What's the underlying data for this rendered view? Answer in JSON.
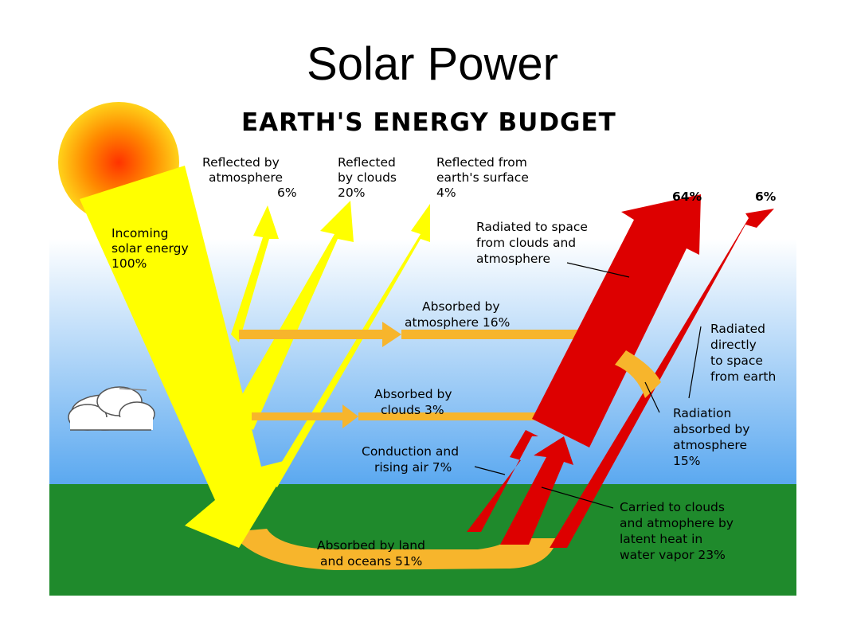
{
  "slide": {
    "title": "Solar Power"
  },
  "diagram": {
    "heading": "EARTH'S ENERGY BUDGET",
    "colors": {
      "sky_top": "#ffffff",
      "sky_bottom": "#5aa8f0",
      "ground": "#1f8a2c",
      "solar": "#ffff00",
      "absorbed": "#f7b52c",
      "radiated": "#dd0000",
      "sun_core": "#ff3300",
      "sun_edge": "#ffd21a"
    },
    "labels": {
      "incoming": [
        "Incoming",
        "solar energy",
        "100%"
      ],
      "reflected_atm": [
        "Reflected by",
        "atmosphere",
        "6%"
      ],
      "reflected_clouds": [
        "Reflected",
        "by clouds",
        "20%"
      ],
      "reflected_surface": [
        "Reflected from",
        "earth's surface",
        "4%"
      ],
      "pct_64": "64%",
      "pct_6": "6%",
      "radiated_space": [
        "Radiated to space",
        "from clouds and",
        "atmosphere"
      ],
      "absorbed_atm": [
        "Absorbed by",
        "atmosphere 16%"
      ],
      "radiated_direct": [
        "Radiated",
        "directly",
        "to space",
        "from earth"
      ],
      "absorbed_clouds": [
        "Absorbed by",
        "clouds 3%"
      ],
      "radiation_absorbed": [
        "Radiation",
        "absorbed by",
        "atmosphere",
        "15%"
      ],
      "conduction": [
        "Conduction and",
        "rising air 7%"
      ],
      "carried": [
        "Carried to clouds",
        "and atmophere by",
        "latent heat in",
        "water vapor 23%"
      ],
      "absorbed_land": [
        "Absorbed by land",
        "and oceans 51%"
      ]
    }
  }
}
